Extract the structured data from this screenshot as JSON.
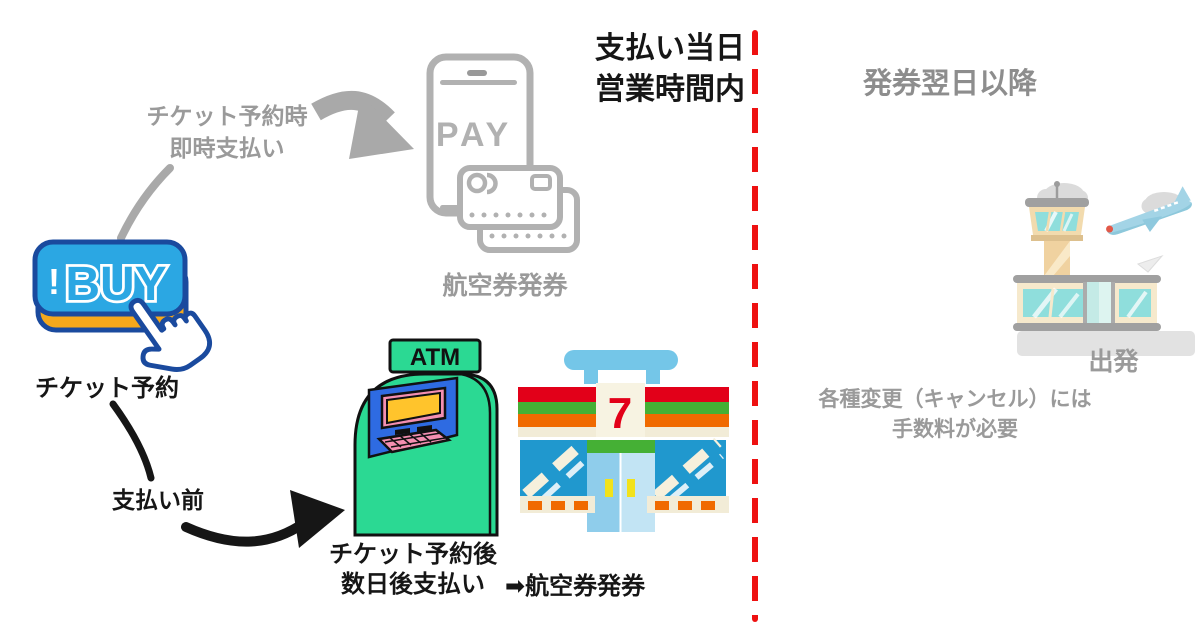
{
  "colors": {
    "divider_red": "#ee1111",
    "text_black": "#161616",
    "text_gray": "#9a9a9a",
    "header_gray": "#8d8d8d",
    "icon_gray": "#b1b1b1",
    "arrow_gray": "#a9a9a9",
    "buy_blue": "#2ba7e3",
    "buy_navy": "#1a4a9e",
    "buy_yellow": "#f5a81c",
    "atm_green": "#2bd993",
    "atm_blue": "#2e6be2",
    "atm_screen_yellow": "#ffc42c",
    "atm_pink": "#f48fb1",
    "seven_red": "#e20019",
    "seven_green": "#45b035",
    "seven_orange": "#f06a00",
    "seven_sign_blue": "#74c6e8",
    "store_window_blue": "#2098ce",
    "cream": "#f2ecd7",
    "airport_tan": "#f0d2a0",
    "airport_teal": "#8fdedc",
    "airport_gray": "#a0a0a0",
    "plane_blue": "#a3d4e6"
  },
  "headers": {
    "same_day_line1": "支払い当日",
    "same_day_line2": "営業時間内",
    "next_day": "発券翌日以降"
  },
  "instant_flow": {
    "label_line1": "チケット予約時",
    "label_line2": "即時支払い",
    "pay_text": "PAY",
    "ticketing_label": "航空券発券"
  },
  "booking": {
    "buy_exclamation": "!",
    "buy_text": "BUY",
    "caption": "チケット予約"
  },
  "deferred_flow": {
    "before_payment_label": "支払い前",
    "atm_text": "ATM",
    "seven_text": "7",
    "caption_line1": "チケット予約後",
    "caption_line2": "数日後支払い",
    "ticketing_label": "➡航空券発券"
  },
  "right_section": {
    "departure_label": "出発",
    "note_line1": "各種変更（キャンセル）には",
    "note_line2": "手数料が必要"
  }
}
